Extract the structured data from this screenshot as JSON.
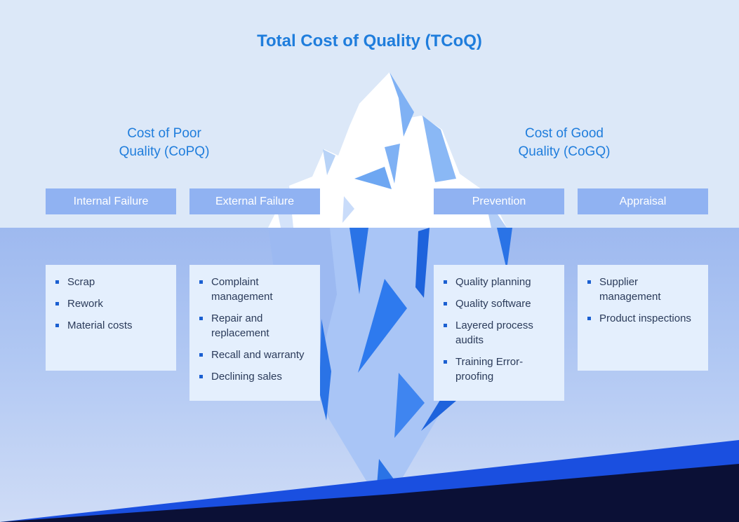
{
  "title": "Total Cost of Quality (TCoQ)",
  "groups": {
    "poor": {
      "line1": "Cost of Poor",
      "line2": "Quality (CoPQ)"
    },
    "good": {
      "line1": "Cost of Good",
      "line2": "Quality (CoGQ)"
    }
  },
  "categories": [
    {
      "label": "Internal Failure",
      "items": [
        "Scrap",
        "Rework",
        "Material costs"
      ]
    },
    {
      "label": "External Failure",
      "items": [
        "Complaint management",
        "Repair and replacement",
        "Recall and warranty",
        "Declining sales"
      ]
    },
    {
      "label": "Prevention",
      "items": [
        "Quality planning",
        "Quality software",
        "Layered process audits",
        "Training Error-proofing"
      ]
    },
    {
      "label": "Appraisal",
      "items": [
        "Supplier management",
        "Product inspections"
      ]
    }
  ],
  "colors": {
    "title": "#1f7ddc",
    "header_fill": "#90b2f2",
    "box_fill": "#e4effd",
    "bullet": "#1a5fd1",
    "sky": "#dce8f8",
    "sea_floor": "#0b1036"
  }
}
